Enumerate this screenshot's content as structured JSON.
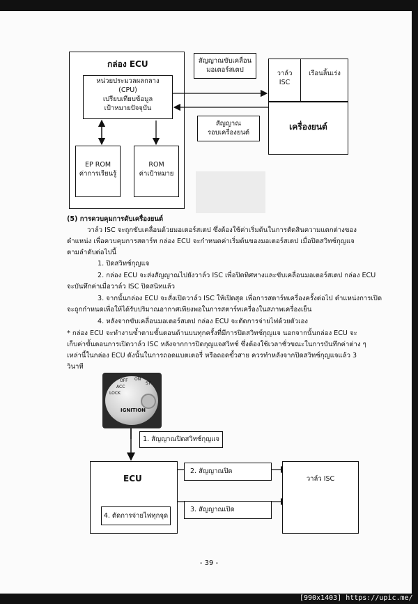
{
  "diagram1": {
    "ecu_title": "กล่อง ECU",
    "cpu_lines": [
      "หน่วยประมวลผลกลาง",
      "(CPU)",
      "เปรียบเทียบข้อมูล",
      "เป้าหมายปัจจุบัน"
    ],
    "ep_rom_lines": [
      "EP ROM",
      "ค่าการเรียนรู้"
    ],
    "rom_lines": [
      "ROM",
      "ค่าเป้าหมาย"
    ],
    "drive_signal_lines": [
      "สัญญาณขับเคลื่อน",
      "มอเตอร์สเตป"
    ],
    "rpm_signal_lines": [
      "สัญญาณ",
      "รอบเครื่องยนต์"
    ],
    "valve_lines": [
      "วาล์ว",
      "ISC"
    ],
    "fast_idle": "เรือนลิ้นเร่ง",
    "engine": "เครื่องยนต์"
  },
  "section": {
    "heading": "(5) การควบคุมการดับเครื่องยนต์",
    "para1": [
      "วาล์ว ISC จะถูกขับเคลื่อนด้วยมอเตอร์สเตป  ซึ่งต้องใช้ค่าเริ่มต้นในการตัดสินความแตกต่างของ",
      "ตำแหน่ง เพื่อควบคุมการสตาร์ท กล่อง ECU จะกำหนดค่าเริ่มต้นของมอเตอร์สเตป เมื่อปิดสวิทช์กุญแจ",
      "ตามลำดับต่อไปนี้"
    ],
    "step1": "1.  ปิดสวิทช์กุญแจ",
    "step2": [
      "2.  กล่อง ECU จะส่งสัญญาณไปยังวาล์ว ISC เพื่อปิดทิศทางและขับเคลื่อนมอเตอร์สเตป กล่อง ECU",
      "จะบันทึกค่าเมื่อวาล์ว ISC ปิดสนิทแล้ว"
    ],
    "step3": [
      "3.  จากนั้นกล่อง ECU จะสั่งเปิดวาล์ว ISC ให้เปิดสุด เพื่อการสตาร์ทเครื่องครั้งต่อไป ตำแหน่งการเปิด",
      "จะถูกกำหนดเพื่อให้ได้รับปริมาณอากาศเพียงพอในการสตาร์ทเครื่องในสภาพเครื่องเย็น"
    ],
    "step4": "4.  หลังจากขับเคลื่อนมอเตอร์สเตป กล่อง ECU จะตัดการจ่ายไฟด้วยตัวเอง",
    "note": [
      "* กล่อง ECU จะทำงานซ้ำตามขั้นตอนด้านบนทุกครั้งที่มีการปิดสวิทช์กุญแจ นอกจากนั้นกล่อง ECU จะ",
      "เก็บค่าขั้นตอนการเปิดวาล์ว ISC หลังจากการปิดกุญแจสวิทช์ ซึ่งต้องใช้เวลาชั่วขณะในการบันทึกค่าต่าง ๆ",
      "เหล่านี้ในกล่อง ECU ดังนั้นในการถอดแบตเตอรี่ หรือถอดขั้วสาย ควรทำหลังจากปิดสวิทช์กุญแจแล้ว 3",
      "วินาที"
    ]
  },
  "diagram2": {
    "ignition_face": [
      "OFF",
      "ON",
      "ST",
      "LOCK",
      "ACC",
      "IGNITION"
    ],
    "signal1": "1. สัญญาณปิดสวิทช์กุญแจ",
    "ecu": "ECU",
    "signal2": "2. สัญญาณปิด",
    "signal3": "3. สัญญาณเปิด",
    "cut_power": "4. ตัดการจ่ายไฟทุกจุด",
    "valve": "วาล์ว ISC"
  },
  "page_number": "- 39 -",
  "watermark": "[990x1403] https://upic.me/"
}
